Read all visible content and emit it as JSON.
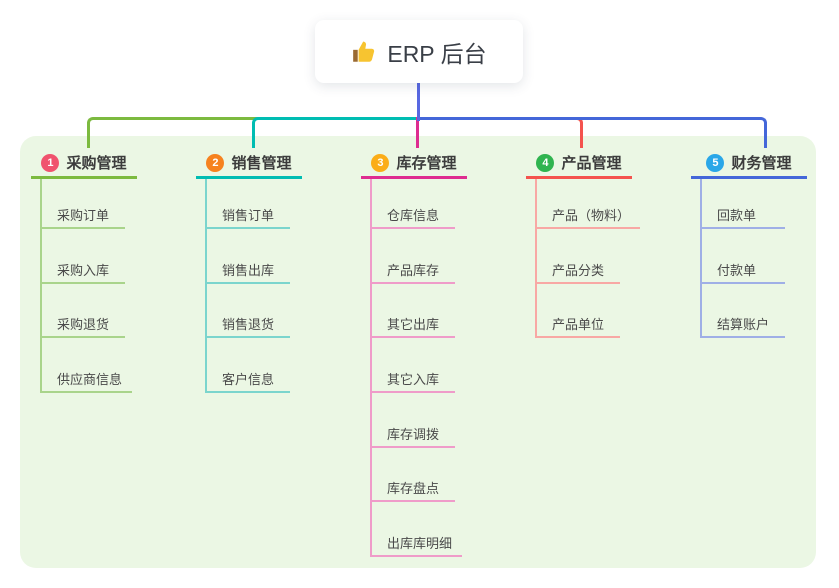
{
  "root": {
    "label": "ERP 后台",
    "icon": "thumbs-up-icon"
  },
  "branches": [
    {
      "number": "1",
      "title": "采购管理",
      "badge_color": "#F0536E",
      "line_color": "#7CBA3F",
      "sub_line_color": "#A9D48B",
      "items": [
        "采购订单",
        "采购入库",
        "采购退货",
        "供应商信息"
      ]
    },
    {
      "number": "2",
      "title": "销售管理",
      "badge_color": "#F6821F",
      "line_color": "#00BDB2",
      "sub_line_color": "#7BD5CD",
      "items": [
        "销售订单",
        "销售出库",
        "销售退货",
        "客户信息"
      ]
    },
    {
      "number": "3",
      "title": "库存管理",
      "badge_color": "#FBAD18",
      "line_color": "#DE2D90",
      "sub_line_color": "#EF9CC9",
      "items": [
        "仓库信息",
        "产品库存",
        "其它出库",
        "其它入库",
        "库存调拨",
        "库存盘点",
        "出库库明细"
      ]
    },
    {
      "number": "4",
      "title": "产品管理",
      "badge_color": "#2FB44F",
      "line_color": "#F4534E",
      "sub_line_color": "#F8A8A4",
      "items": [
        "产品（物料）",
        "产品分类",
        "产品单位"
      ]
    },
    {
      "number": "5",
      "title": "财务管理",
      "badge_color": "#2AA7E8",
      "line_color": "#4467D9",
      "sub_line_color": "#9FAFE6",
      "items": [
        "回款单",
        "付款单",
        "结算账户"
      ]
    }
  ],
  "canvas": {
    "background": "#FFFFFF",
    "panel_color": "#EBF7E4",
    "root_connector_color": "#5868E2"
  }
}
